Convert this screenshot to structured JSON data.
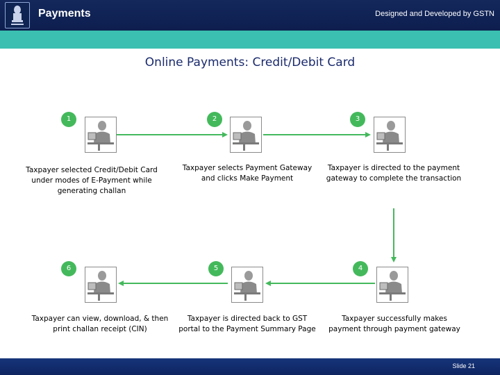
{
  "header": {
    "title": "Payments",
    "credit": "Designed and Developed by GSTN"
  },
  "page_title": "Online Payments: Credit/Debit Card",
  "steps": [
    {
      "number": "1",
      "caption": "Taxpayer selected Credit/Debit Card under modes of E-Payment while generating challan"
    },
    {
      "number": "2",
      "caption": "Taxpayer selects Payment Gateway and clicks Make Payment"
    },
    {
      "number": "3",
      "caption": "Taxpayer is directed to the payment gateway to complete the transaction"
    },
    {
      "number": "4",
      "caption": "Taxpayer successfully makes payment through payment gateway"
    },
    {
      "number": "5",
      "caption": "Taxpayer is directed back to GST portal to the Payment Summary Page"
    },
    {
      "number": "6",
      "caption": "Taxpayer can view, download, & then print challan receipt (CIN)"
    }
  ],
  "footer": {
    "slide_label": "Slide 21"
  },
  "colors": {
    "header_bg": "#0d1e4e",
    "band": "#3bbfb0",
    "badge": "#44b95c",
    "arrow": "#44b95c",
    "title": "#1a2a6c"
  }
}
